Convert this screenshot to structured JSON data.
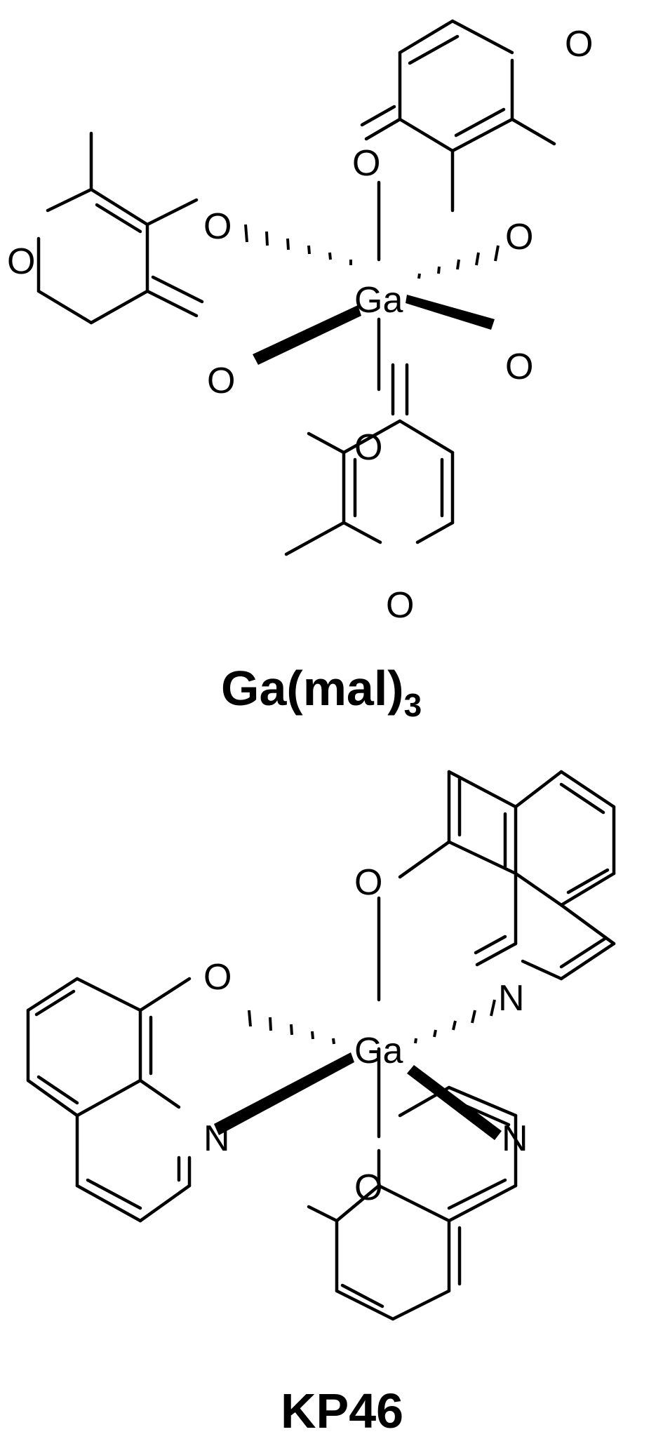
{
  "figure": {
    "structures": [
      {
        "id": "ga-mal3",
        "caption_main": "Ga(mal)",
        "caption_sub": "3",
        "metal": "Ga",
        "labels": {
          "O": "O",
          "Ga": "Ga"
        }
      },
      {
        "id": "kp46",
        "caption_main": "KP46",
        "metal": "Ga",
        "labels": {
          "O": "O",
          "N": "N",
          "Ga": "Ga"
        }
      }
    ]
  }
}
